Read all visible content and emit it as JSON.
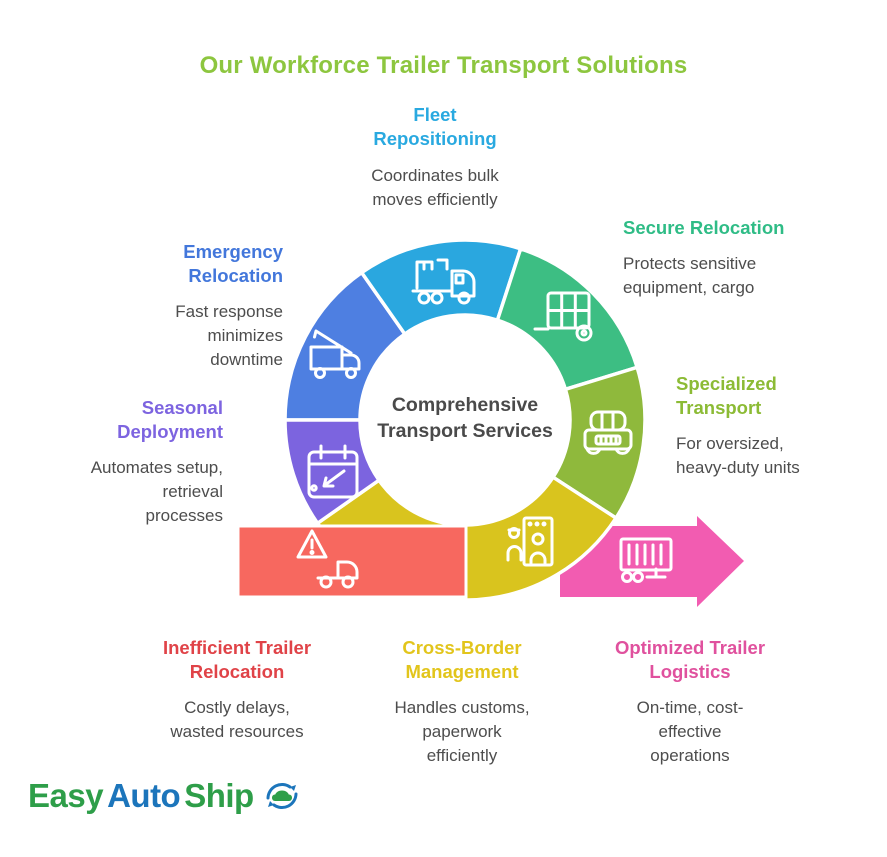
{
  "title": {
    "text": "Our Workforce Trailer Transport Solutions",
    "color": "#8DC63F"
  },
  "center": {
    "line1": "Comprehensive",
    "line2": "Transport Services",
    "color": "#4A4A4A"
  },
  "text_color": "#4D4D4D",
  "segments": {
    "fleet": {
      "heading_lines": [
        "Fleet",
        "Repositioning"
      ],
      "desc_lines": [
        "Coordinates bulk",
        "moves efficiently"
      ],
      "heading_color": "#29A9E0",
      "fill": "#2AA7DF",
      "icon": "car-carrier-truck-icon"
    },
    "secure": {
      "heading_lines": [
        "Secure Relocation",
        ""
      ],
      "desc_lines": [
        "Protects sensitive",
        "equipment, cargo"
      ],
      "heading_color": "#2FBC86",
      "fill": "#3DBE83",
      "icon": "cargo-trailer-icon"
    },
    "specialized": {
      "heading_lines": [
        "Specialized",
        "Transport"
      ],
      "desc_lines": [
        "For oversized,",
        "heavy-duty units"
      ],
      "heading_color": "#8CBB35",
      "fill": "#8FB93C",
      "icon": "heavy-truck-front-icon"
    },
    "crossborder": {
      "heading_lines": [
        "Cross-Border",
        "Management"
      ],
      "desc_lines": [
        "Handles customs,",
        "paperwork",
        "efficiently"
      ],
      "heading_color": "#E2C51C",
      "fill": "#D9C41E",
      "icon": "customs-checkpoint-icon"
    },
    "optimized": {
      "heading_lines": [
        "Optimized Trailer",
        "Logistics"
      ],
      "desc_lines": [
        "On-time, cost-",
        "effective",
        "operations"
      ],
      "heading_color": "#E0519E",
      "fill": "#F25CB1",
      "icon": "container-trailer-icon"
    },
    "inefficient": {
      "heading_lines": [
        "Inefficient Trailer",
        "Relocation"
      ],
      "desc_lines": [
        "Costly delays,",
        "wasted resources"
      ],
      "heading_color": "#E04348",
      "fill": "#F7685F",
      "icon": "warning-truck-icon"
    },
    "seasonal": {
      "heading_lines": [
        "Seasonal",
        "Deployment"
      ],
      "desc_lines": [
        "Automates setup,",
        "retrieval",
        "processes"
      ],
      "heading_color": "#7D64E0",
      "fill": "#7C64DF",
      "icon": "calendar-schedule-icon"
    },
    "emergency": {
      "heading_lines": [
        "Emergency",
        "Relocation"
      ],
      "desc_lines": [
        "Fast response",
        "minimizes",
        "downtime"
      ],
      "heading_color": "#4377DB",
      "fill": "#4E7FE1",
      "icon": "tow-crane-truck-icon"
    }
  },
  "logo": {
    "part1": "Easy",
    "part2": "Auto",
    "part3": "Ship",
    "part1_color": "#2E9E49",
    "part2_color": "#1C75BB",
    "part3_color": "#2E9E49",
    "icon": "car-recycle-icon",
    "icon_blue": "#1C75BB",
    "icon_green": "#2E9E49"
  }
}
